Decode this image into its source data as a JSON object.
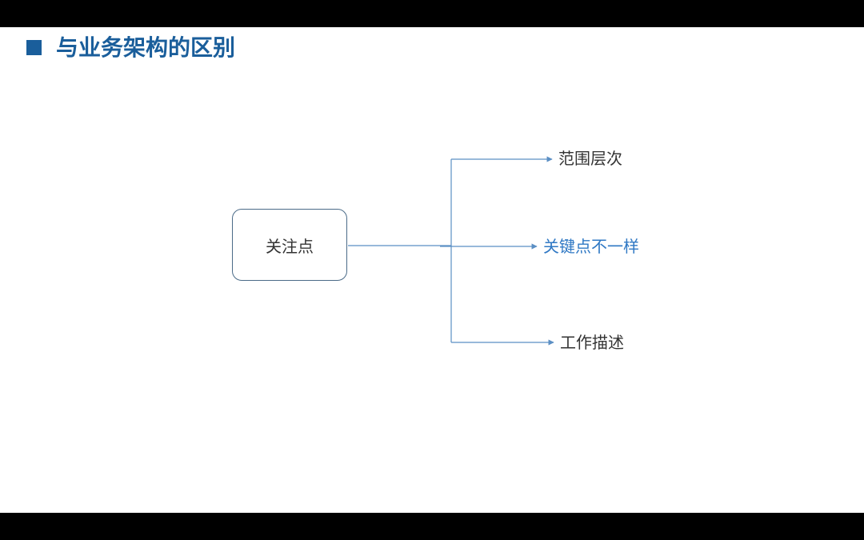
{
  "slide": {
    "title": "与业务架构的区别",
    "root_node": "关注点",
    "branches": [
      {
        "label": "范围层次"
      },
      {
        "label": "关键点不一样"
      },
      {
        "label": "工作描述"
      }
    ]
  },
  "colors": {
    "title": "#1a5e9b",
    "box_border": "#4b6b88",
    "connector": "#5b8fc4",
    "highlight_text": "#2f78c4",
    "normal_text": "#333333"
  },
  "icons": {
    "title_bullet": "square-bullet-icon",
    "arrow": "arrow-right-icon"
  }
}
